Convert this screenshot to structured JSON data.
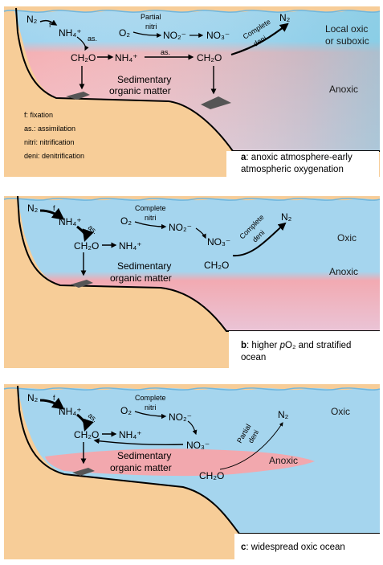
{
  "colors": {
    "ocean": "#9fd4ef",
    "anoxic": "#f2a8ae",
    "sediment": "#f7cd98",
    "caption_bg": "#ffffff"
  },
  "panel_a": {
    "n2_left": "N₂",
    "fix": "f",
    "nh4_top": "NH₄⁺",
    "assim": "as.",
    "ch2o": "CH₂O",
    "nh4_mid": "NH₄⁺",
    "assim2": "as.",
    "ch2o_right": "CH₂O",
    "o2": "O₂",
    "partial": "Partial",
    "nitri": "nitri",
    "no2": "NO₂⁻",
    "no3": "NO₃⁻",
    "complete": "Complete",
    "deni": "deni",
    "n2_right": "N₂",
    "zone_top_1": "Local oxic",
    "zone_top_2": "or suboxic",
    "zone_bottom": "Anoxic",
    "sed_1": "Sedimentary",
    "sed_2": "organic matter",
    "legend": [
      "f: fixation",
      "as.: assimilation",
      "nitri: nitrification",
      "deni: denitrification"
    ],
    "caption_letter": "a",
    "caption_1": ": anoxic atmosphere-early",
    "caption_2": "atmospheric oxygenation"
  },
  "panel_b": {
    "n2_left": "N₂",
    "fix": "f",
    "nh4_top": "NH₄⁺",
    "assim": "as.",
    "ch2o": "CH₂O",
    "nh4_mid": "NH₄⁺",
    "o2": "O₂",
    "complete_n": "Complete",
    "nitri": "nitri",
    "no2": "NO₂⁻",
    "no3": "NO₃⁻",
    "complete_d": "Complete",
    "deni": "deni",
    "n2_right": "N₂",
    "ch2o_low": "CH₂O",
    "zone_top": "Oxic",
    "zone_bottom": "Anoxic",
    "sed_1": "Sedimentary",
    "sed_2": "organic matter",
    "caption_letter": "b",
    "caption_1a": ": higher ",
    "caption_1b": "p",
    "caption_1c": "O₂ and stratified",
    "caption_2": "ocean"
  },
  "panel_c": {
    "n2_left": "N₂",
    "fix": "f",
    "nh4_top": "NH₄⁺",
    "assim": "as.",
    "ch2o": "CH₂O",
    "nh4_mid": "NH₄⁺",
    "o2": "O₂",
    "complete_n": "Complete",
    "nitri": "nitri",
    "no2": "NO₂⁻",
    "no3": "NO₃⁻",
    "partial": "Partial",
    "deni": "deni",
    "n2_right": "N₂",
    "ch2o_low": "CH₂O",
    "zone_top": "Oxic",
    "zone_anoxic": "Anoxic",
    "sed_1": "Sedimentary",
    "sed_2": "organic matter",
    "caption_letter": "c",
    "caption_1": ": widespread oxic ocean"
  }
}
